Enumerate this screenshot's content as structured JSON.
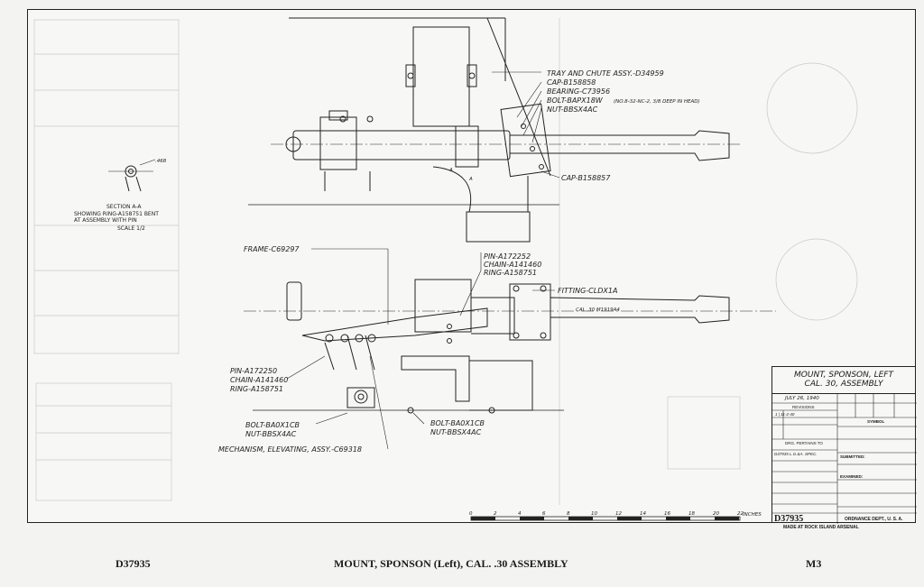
{
  "drawing": {
    "callouts_top": [
      "TRAY AND CHUTE ASSY.-D34959",
      "CAP-B158858",
      "BEARING-C73956",
      "BOLT-BAPX18W",
      "(NO.8-32-NC-2, 3/8 DEEP IN HEAD)",
      "NUT-BBSX4AC",
      "CAP-B158857"
    ],
    "section": {
      "title": "SECTION A-A",
      "line1": "SHOWING RING-A158751 BENT",
      "line2": "AT ASSEMBLY WITH PIN",
      "scale": "SCALE 1/2",
      "dim": ".468"
    },
    "frame": "FRAME-C69297",
    "pin_group_top": [
      "PIN-A172252",
      "CHAIN-A141460",
      "RING-A158751"
    ],
    "fitting": "FITTING-CLDX1A",
    "gun_note": "CAL .30 M1919A4",
    "pin_group_left": [
      "PIN-A172250",
      "CHAIN-A141460",
      "RING-A158751"
    ],
    "bolt_left": [
      "BOLT-BA0X1CB",
      "NUT-BBSX4AC"
    ],
    "bolt_right": [
      "BOLT-BA0X1CB",
      "NUT-BBSX4AC"
    ],
    "mechanism": "MECHANISM, ELEVATING, ASSY.-C69318",
    "section_marks": [
      "A",
      "A"
    ]
  },
  "scale_bar": {
    "ticks": [
      "0",
      "2",
      "4",
      "6",
      "8",
      "10",
      "12",
      "14",
      "16",
      "18",
      "20",
      "22"
    ],
    "unit": "INCHES"
  },
  "title_block": {
    "title_line1": "MOUNT, SPONSON, LEFT",
    "title_line2": "CAL. 30, ASSEMBLY",
    "date": "JULY 26, 1940",
    "revisions": "REVISIONS",
    "rev_entry": "1 | 11-2-40",
    "symbol": "SYMBOL",
    "drg_pertains": "DRG. PERTAINS TO",
    "pertains_values": "D37935   L.G.&A. SPEC.",
    "submitted": "SUBMITTED:",
    "examined": "EXAMINED:",
    "drawing_number": "D37935",
    "ordnance": "ORDNANCE DEPT., U. S. A.",
    "made_at": "MADE AT ROCK ISLAND ARSENAL"
  },
  "footer": {
    "left": "D37935",
    "center": "MOUNT, SPONSON (Left), CAL. .30 ASSEMBLY",
    "right": "M3"
  }
}
